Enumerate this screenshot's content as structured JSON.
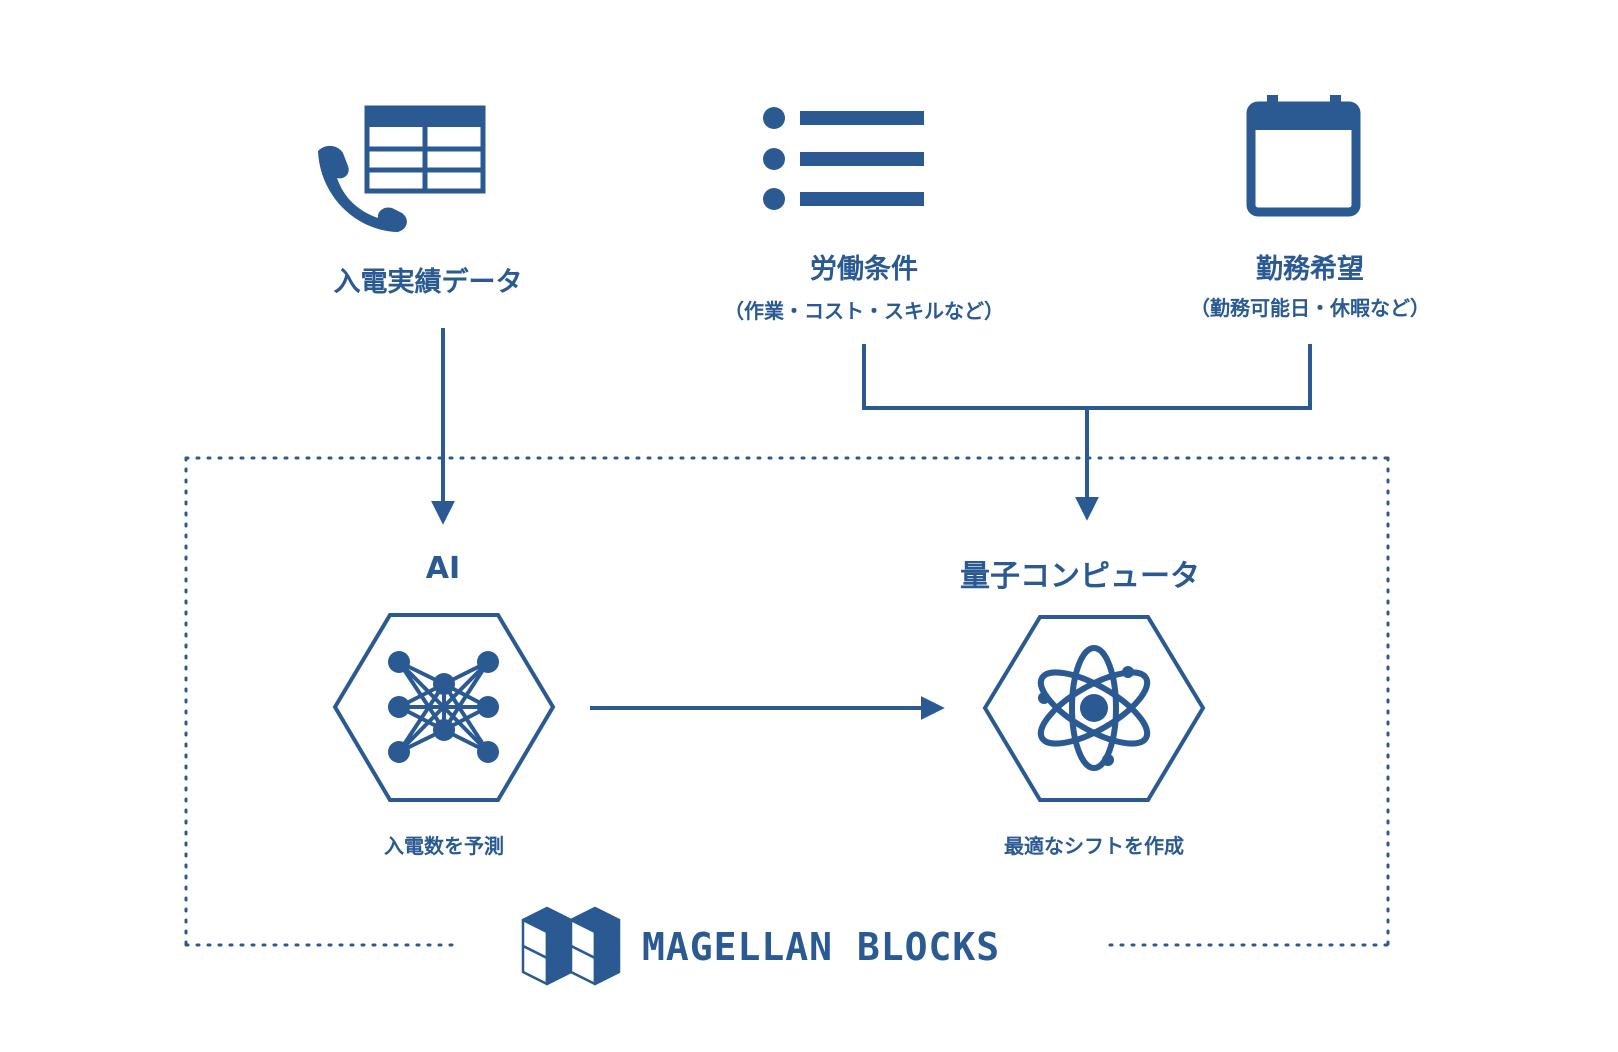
{
  "colors": {
    "primary": "#2b5a93",
    "background": "#ffffff"
  },
  "inputs": [
    {
      "icon": "phone-table-icon",
      "title": "入電実績データ"
    },
    {
      "icon": "list-icon",
      "title": "労働条件",
      "subtitle": "（作業・コスト・スキルなど）"
    },
    {
      "icon": "calendar-icon",
      "title": "勤務希望",
      "subtitle": "（勤務可能日・休暇など）"
    }
  ],
  "nodes": [
    {
      "icon": "neural-network-icon",
      "title": "AI",
      "caption": "入電数を予測"
    },
    {
      "icon": "atom-icon",
      "title": "量子コンピュータ",
      "caption": "最適なシフトを作成"
    }
  ],
  "brand": {
    "icon": "magellan-blocks-cube-logo",
    "name": "MAGELLAN BLOCKS"
  }
}
